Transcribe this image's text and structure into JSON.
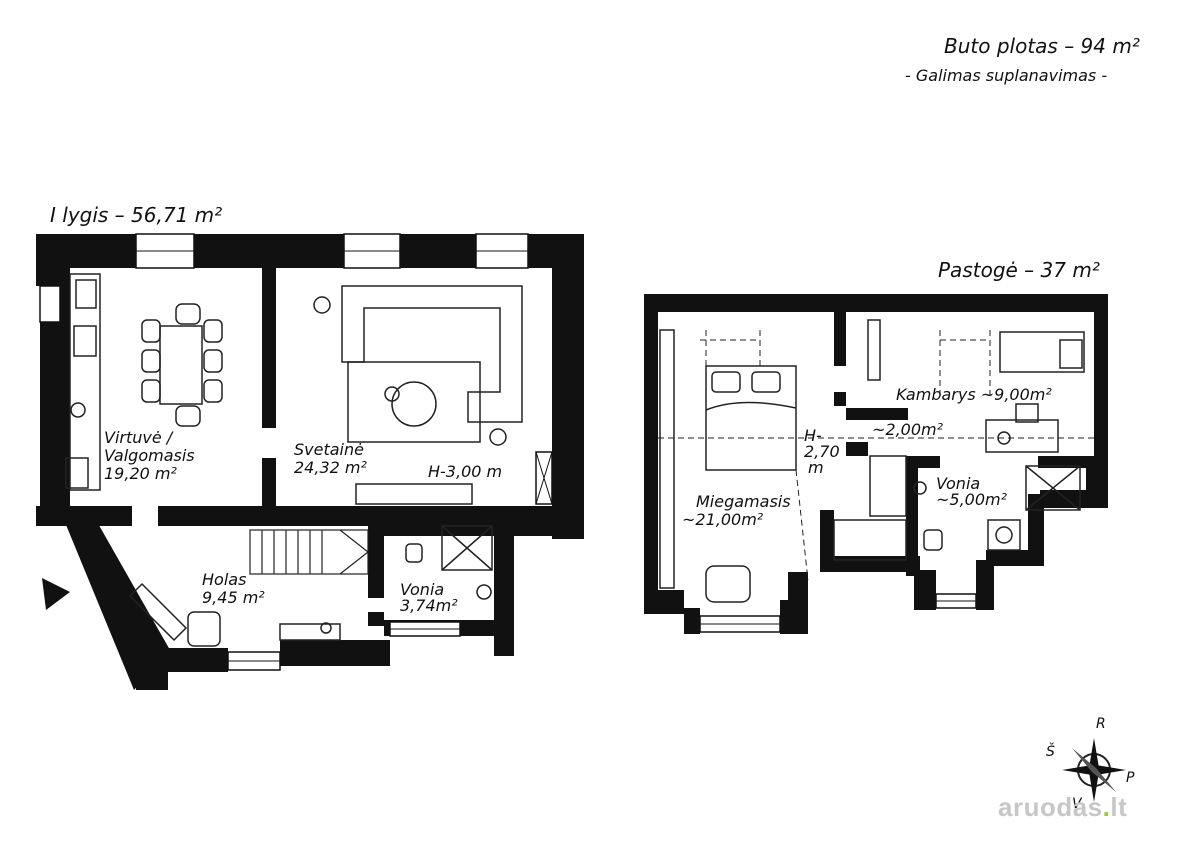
{
  "header": {
    "area_total": "Buto plotas – 94 m²",
    "subtitle": "- Galimas suplanavimas -"
  },
  "level1": {
    "title": "I lygis – 56,71 m²",
    "rooms": {
      "kitchen": [
        "Virtuvė /",
        "Valgomasis",
        "19,20 m²"
      ],
      "living": [
        "Svetainė",
        "24,32 m²"
      ],
      "height": "H-3,00 m",
      "hall": [
        "Holas",
        "9,45 m²"
      ],
      "bath": [
        "Vonia",
        "3,74m²"
      ]
    }
  },
  "attic": {
    "title": "Pastogė – 37 m²",
    "rooms": {
      "bedroom": [
        "Miegamasis",
        "~21,00m²"
      ],
      "height": [
        "H-",
        "2,70",
        "m"
      ],
      "room": "Kambarys ~9,00m²",
      "storage": "~2,00m²",
      "bath": [
        "Vonia",
        "~5,00m²"
      ]
    }
  },
  "compass": {
    "n": "R",
    "w": "Š",
    "e": "P",
    "s": "V"
  },
  "watermark": {
    "brand": "aruodas",
    "dot": ".",
    "tld": "lt"
  },
  "colors": {
    "wall": "#111111",
    "line": "#222222",
    "background": "#ffffff",
    "watermark": "#c7c7c7",
    "watermark_accent": "#9acd32"
  }
}
